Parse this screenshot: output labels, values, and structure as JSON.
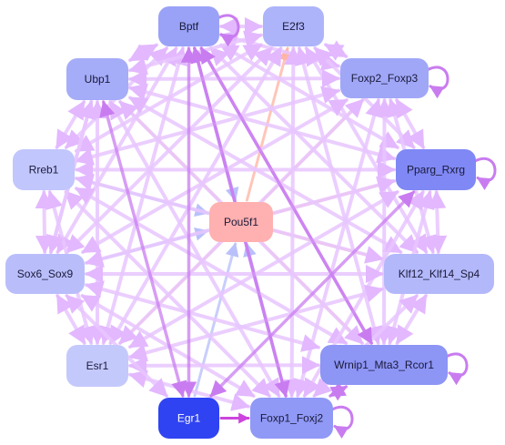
{
  "nodes": [
    {
      "id": "Bptf",
      "label": "Bptf",
      "color": "#9aa2f7"
    },
    {
      "id": "E2f3",
      "label": "E2f3",
      "color": "#adb4fa"
    },
    {
      "id": "Ubp1",
      "label": "Ubp1",
      "color": "#a5acf8"
    },
    {
      "id": "Foxp2_Foxp3",
      "label": "Foxp2_Foxp3",
      "color": "#a0a7f7"
    },
    {
      "id": "Rreb1",
      "label": "Rreb1",
      "color": "#c1c6fc"
    },
    {
      "id": "Pparg_Rxrg",
      "label": "Pparg_Rxrg",
      "color": "#7f88f4"
    },
    {
      "id": "Pou5f1",
      "label": "Pou5f1",
      "color": "#ffb0b0"
    },
    {
      "id": "Sox6_Sox9",
      "label": "Sox6_Sox9",
      "color": "#b9befb"
    },
    {
      "id": "Klf12_Klf14_Sp4",
      "label": "Klf12_Klf14_Sp4",
      "color": "#b3b8fa"
    },
    {
      "id": "Esr1",
      "label": "Esr1",
      "color": "#c4c9fc"
    },
    {
      "id": "Wrnip1_Mta3_Rcor1",
      "label": "Wrnip1_Mta3_Rcor1",
      "color": "#8d95f5"
    },
    {
      "id": "Egr1",
      "label": "Egr1",
      "color": "#2f43f2"
    },
    {
      "id": "Foxp1_Foxj2",
      "label": "Foxp1_Foxj2",
      "color": "#9099f6"
    }
  ],
  "self_loops": [
    "Bptf",
    "Foxp2_Foxp3",
    "Pparg_Rxrg",
    "Wrnip1_Mta3_Rcor1",
    "Foxp1_Foxj2"
  ],
  "edge_colors": {
    "activation": "#e8c5ff",
    "strong_activation": "#c97cf0",
    "from_pou5f1": "#ffc2b5",
    "to_pou5f1": "#c5cbfb",
    "egr1_to_foxp1": "#cc44dd"
  },
  "edges": [
    {
      "from": "Pou5f1",
      "to": "E2f3",
      "kind": "from_pou5f1"
    },
    {
      "from": "Pou5f1",
      "to": "Foxp2_Foxp3",
      "kind": "from_pou5f1"
    },
    {
      "from": "Pou5f1",
      "to": "Pparg_Rxrg",
      "kind": "from_pou5f1"
    },
    {
      "from": "Pou5f1",
      "to": "Klf12_Klf14_Sp4",
      "kind": "from_pou5f1"
    },
    {
      "from": "Pou5f1",
      "to": "Wrnip1_Mta3_Rcor1",
      "kind": "from_pou5f1"
    },
    {
      "from": "Pou5f1",
      "to": "Esr1",
      "kind": "from_pou5f1"
    },
    {
      "from": "Pou5f1",
      "to": "Ubp1",
      "kind": "from_pou5f1"
    },
    {
      "from": "Bptf",
      "to": "Pou5f1",
      "kind": "to_pou5f1"
    },
    {
      "from": "Rreb1",
      "to": "Pou5f1",
      "kind": "to_pou5f1"
    },
    {
      "from": "Sox6_Sox9",
      "to": "Pou5f1",
      "kind": "to_pou5f1"
    },
    {
      "from": "Egr1",
      "to": "Pou5f1",
      "kind": "to_pou5f1"
    },
    {
      "from": "Foxp1_Foxj2",
      "to": "Pou5f1",
      "kind": "to_pou5f1"
    },
    {
      "from": "Egr1",
      "to": "Foxp1_Foxj2",
      "kind": "egr1_to_foxp1"
    },
    {
      "from": "Bptf",
      "to": "E2f3",
      "kind": "activation"
    },
    {
      "from": "Bptf",
      "to": "Ubp1",
      "kind": "activation"
    },
    {
      "from": "Bptf",
      "to": "Foxp2_Foxp3",
      "kind": "activation"
    },
    {
      "from": "Bptf",
      "to": "Pparg_Rxrg",
      "kind": "activation"
    },
    {
      "from": "Bptf",
      "to": "Rreb1",
      "kind": "activation"
    },
    {
      "from": "Bptf",
      "to": "Klf12_Klf14_Sp4",
      "kind": "activation"
    },
    {
      "from": "Bptf",
      "to": "Sox6_Sox9",
      "kind": "activation"
    },
    {
      "from": "Bptf",
      "to": "Wrnip1_Mta3_Rcor1",
      "kind": "strong_activation"
    },
    {
      "from": "Bptf",
      "to": "Foxp1_Foxj2",
      "kind": "strong_activation"
    },
    {
      "from": "Bptf",
      "to": "Esr1",
      "kind": "activation"
    },
    {
      "from": "E2f3",
      "to": "Foxp2_Foxp3",
      "kind": "activation"
    },
    {
      "from": "E2f3",
      "to": "Ubp1",
      "kind": "activation"
    },
    {
      "from": "E2f3",
      "to": "Pparg_Rxrg",
      "kind": "activation"
    },
    {
      "from": "E2f3",
      "to": "Rreb1",
      "kind": "activation"
    },
    {
      "from": "E2f3",
      "to": "Klf12_Klf14_Sp4",
      "kind": "activation"
    },
    {
      "from": "E2f3",
      "to": "Sox6_Sox9",
      "kind": "activation"
    },
    {
      "from": "E2f3",
      "to": "Wrnip1_Mta3_Rcor1",
      "kind": "activation"
    },
    {
      "from": "E2f3",
      "to": "Esr1",
      "kind": "activation"
    },
    {
      "from": "E2f3",
      "to": "Foxp1_Foxj2",
      "kind": "activation"
    },
    {
      "from": "Ubp1",
      "to": "Foxp2_Foxp3",
      "kind": "activation"
    },
    {
      "from": "Ubp1",
      "to": "Rreb1",
      "kind": "activation"
    },
    {
      "from": "Ubp1",
      "to": "Pparg_Rxrg",
      "kind": "activation"
    },
    {
      "from": "Ubp1",
      "to": "Sox6_Sox9",
      "kind": "activation"
    },
    {
      "from": "Ubp1",
      "to": "Klf12_Klf14_Sp4",
      "kind": "activation"
    },
    {
      "from": "Ubp1",
      "to": "Esr1",
      "kind": "activation"
    },
    {
      "from": "Ubp1",
      "to": "Wrnip1_Mta3_Rcor1",
      "kind": "activation"
    },
    {
      "from": "Ubp1",
      "to": "Foxp1_Foxj2",
      "kind": "activation"
    },
    {
      "from": "Foxp2_Foxp3",
      "to": "Pparg_Rxrg",
      "kind": "activation"
    },
    {
      "from": "Foxp2_Foxp3",
      "to": "Rreb1",
      "kind": "activation"
    },
    {
      "from": "Foxp2_Foxp3",
      "to": "Klf12_Klf14_Sp4",
      "kind": "activation"
    },
    {
      "from": "Foxp2_Foxp3",
      "to": "Sox6_Sox9",
      "kind": "activation"
    },
    {
      "from": "Foxp2_Foxp3",
      "to": "Wrnip1_Mta3_Rcor1",
      "kind": "activation"
    },
    {
      "from": "Foxp2_Foxp3",
      "to": "Esr1",
      "kind": "activation"
    },
    {
      "from": "Foxp2_Foxp3",
      "to": "Foxp1_Foxj2",
      "kind": "activation"
    },
    {
      "from": "Rreb1",
      "to": "Pparg_Rxrg",
      "kind": "activation"
    },
    {
      "from": "Rreb1",
      "to": "Sox6_Sox9",
      "kind": "activation"
    },
    {
      "from": "Rreb1",
      "to": "Klf12_Klf14_Sp4",
      "kind": "activation"
    },
    {
      "from": "Rreb1",
      "to": "Esr1",
      "kind": "activation"
    },
    {
      "from": "Rreb1",
      "to": "Wrnip1_Mta3_Rcor1",
      "kind": "activation"
    },
    {
      "from": "Rreb1",
      "to": "Foxp1_Foxj2",
      "kind": "activation"
    },
    {
      "from": "Pparg_Rxrg",
      "to": "Klf12_Klf14_Sp4",
      "kind": "activation"
    },
    {
      "from": "Pparg_Rxrg",
      "to": "Sox6_Sox9",
      "kind": "activation"
    },
    {
      "from": "Pparg_Rxrg",
      "to": "Wrnip1_Mta3_Rcor1",
      "kind": "activation"
    },
    {
      "from": "Pparg_Rxrg",
      "to": "Esr1",
      "kind": "activation"
    },
    {
      "from": "Pparg_Rxrg",
      "to": "Foxp1_Foxj2",
      "kind": "activation"
    },
    {
      "from": "Sox6_Sox9",
      "to": "Klf12_Klf14_Sp4",
      "kind": "activation"
    },
    {
      "from": "Sox6_Sox9",
      "to": "Esr1",
      "kind": "activation"
    },
    {
      "from": "Sox6_Sox9",
      "to": "Wrnip1_Mta3_Rcor1",
      "kind": "activation"
    },
    {
      "from": "Sox6_Sox9",
      "to": "Foxp1_Foxj2",
      "kind": "activation"
    },
    {
      "from": "Klf12_Klf14_Sp4",
      "to": "Esr1",
      "kind": "activation"
    },
    {
      "from": "Klf12_Klf14_Sp4",
      "to": "Wrnip1_Mta3_Rcor1",
      "kind": "activation"
    },
    {
      "from": "Klf12_Klf14_Sp4",
      "to": "Foxp1_Foxj2",
      "kind": "activation"
    },
    {
      "from": "Esr1",
      "to": "Wrnip1_Mta3_Rcor1",
      "kind": "activation"
    },
    {
      "from": "Esr1",
      "to": "Foxp1_Foxj2",
      "kind": "activation"
    },
    {
      "from": "Wrnip1_Mta3_Rcor1",
      "to": "Foxp1_Foxj2",
      "kind": "strong_activation"
    },
    {
      "from": "Egr1",
      "to": "Ubp1",
      "kind": "strong_activation"
    },
    {
      "from": "Egr1",
      "to": "Pparg_Rxrg",
      "kind": "strong_activation"
    },
    {
      "from": "Egr1",
      "to": "Bptf",
      "kind": "strong_activation"
    },
    {
      "from": "Egr1",
      "to": "Sox6_Sox9",
      "kind": "activation"
    },
    {
      "from": "Wrnip1_Mta3_Rcor1",
      "to": "Bptf",
      "kind": "strong_activation"
    },
    {
      "from": "Foxp1_Foxj2",
      "to": "Bptf",
      "kind": "strong_activation"
    },
    {
      "from": "Sox6_Sox9",
      "to": "Ubp1",
      "kind": "activation"
    }
  ]
}
